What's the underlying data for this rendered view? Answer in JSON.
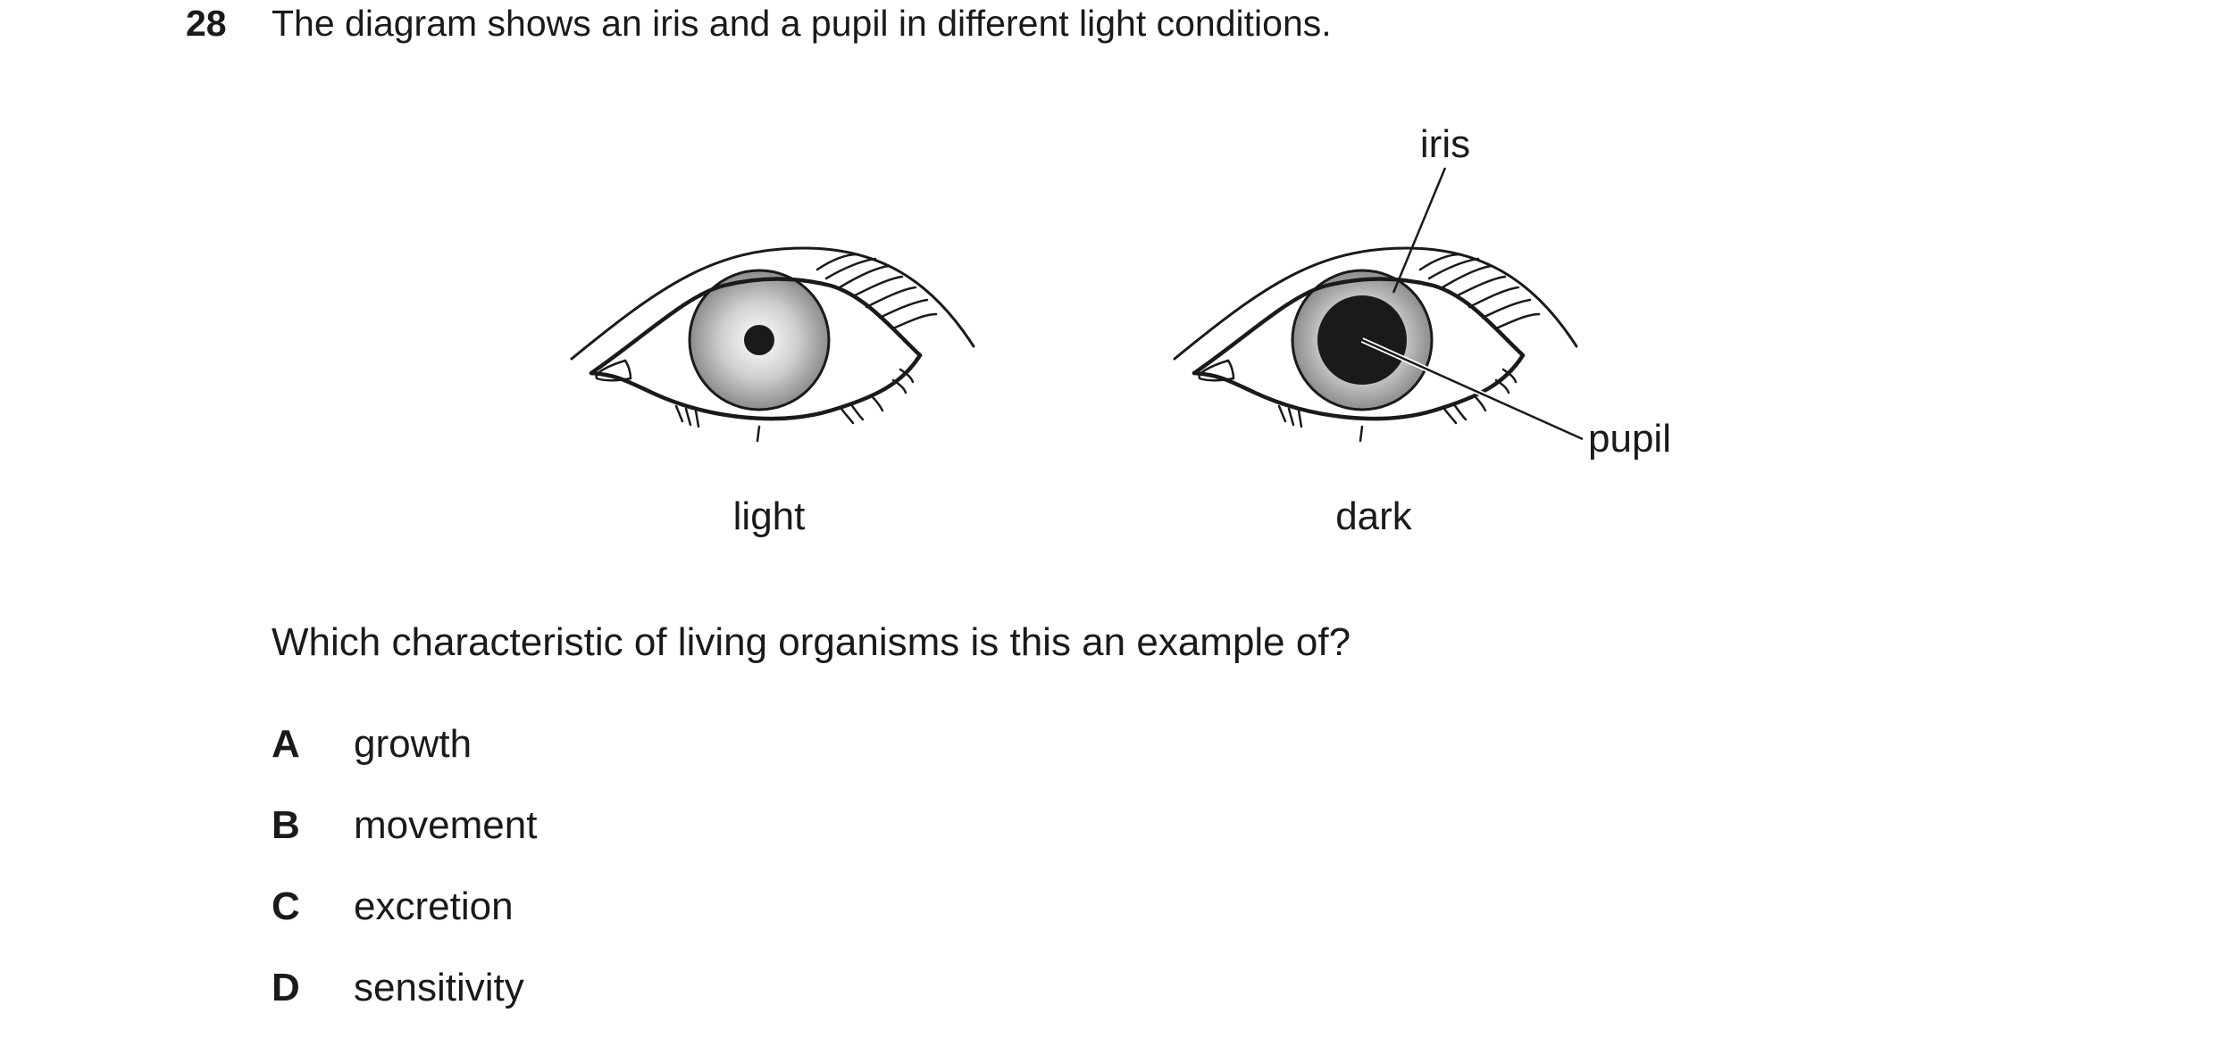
{
  "question": {
    "number": "28",
    "text": "The diagram shows an iris and a pupil in different light conditions."
  },
  "diagram": {
    "labels": {
      "iris": "iris",
      "pupil": "pupil",
      "light": "light",
      "dark": "dark"
    }
  },
  "prompt": "Which characteristic of living organisms is this an example of?",
  "options": [
    {
      "letter": "A",
      "text": "growth"
    },
    {
      "letter": "B",
      "text": "movement"
    },
    {
      "letter": "C",
      "text": "excretion"
    },
    {
      "letter": "D",
      "text": "sensitivity"
    }
  ]
}
